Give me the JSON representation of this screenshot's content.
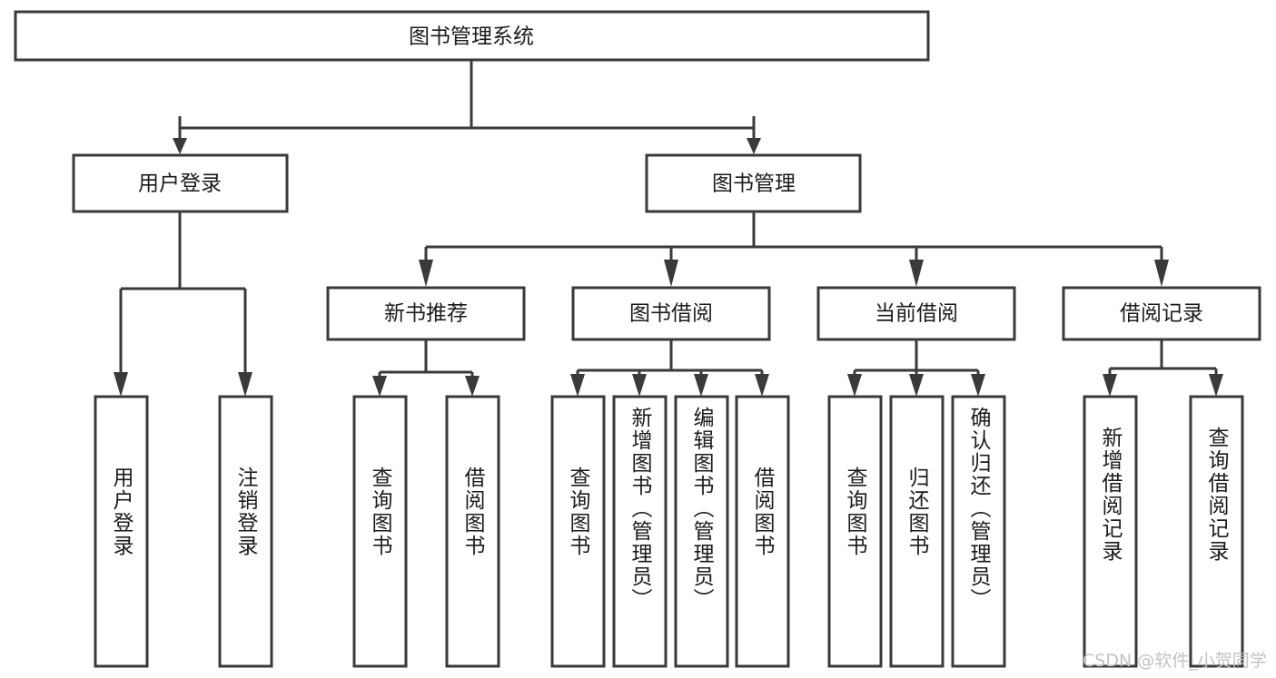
{
  "diagram": {
    "title": "图书管理系统",
    "type": "tree-hierarchy",
    "root": {
      "id": "root",
      "label": "图书管理系统"
    },
    "level2": [
      {
        "id": "user-login",
        "label": "用户登录"
      },
      {
        "id": "book-management",
        "label": "图书管理"
      }
    ],
    "level3": [
      {
        "id": "new-book-recommend",
        "label": "新书推荐",
        "parent": "book-management"
      },
      {
        "id": "book-borrow",
        "label": "图书借阅",
        "parent": "book-management"
      },
      {
        "id": "current-borrow",
        "label": "当前借阅",
        "parent": "book-management"
      },
      {
        "id": "borrow-record",
        "label": "借阅记录",
        "parent": "book-management"
      }
    ],
    "leaves": {
      "user-login": [
        {
          "id": "leaf-user-login",
          "label": "用户登录"
        },
        {
          "id": "leaf-user-logout",
          "label": "注销登录"
        }
      ],
      "new-book-recommend": [
        {
          "id": "leaf-query-book-1",
          "label": "查询图书"
        },
        {
          "id": "leaf-borrow-book-1",
          "label": "借阅图书"
        }
      ],
      "book-borrow": [
        {
          "id": "leaf-query-book-2",
          "label": "查询图书"
        },
        {
          "id": "leaf-add-book",
          "label": "新增图书（管理员）"
        },
        {
          "id": "leaf-edit-book",
          "label": "编辑图书（管理员）"
        },
        {
          "id": "leaf-borrow-book-2",
          "label": "借阅图书"
        }
      ],
      "current-borrow": [
        {
          "id": "leaf-query-book-3",
          "label": "查询图书"
        },
        {
          "id": "leaf-return-book",
          "label": "归还图书"
        },
        {
          "id": "leaf-confirm-return",
          "label": "确认归还（管理员）"
        }
      ],
      "borrow-record": [
        {
          "id": "leaf-add-record",
          "label": "新增借阅记录"
        },
        {
          "id": "leaf-query-record",
          "label": "查询借阅记录"
        }
      ]
    }
  },
  "watermark": {
    "text": "CSDN @软件_小贺同学"
  },
  "colors": {
    "stroke": "#3a3a3a",
    "fill": "#ffffff",
    "text": "#1b1b1b",
    "watermark": "#c2c2c2"
  }
}
